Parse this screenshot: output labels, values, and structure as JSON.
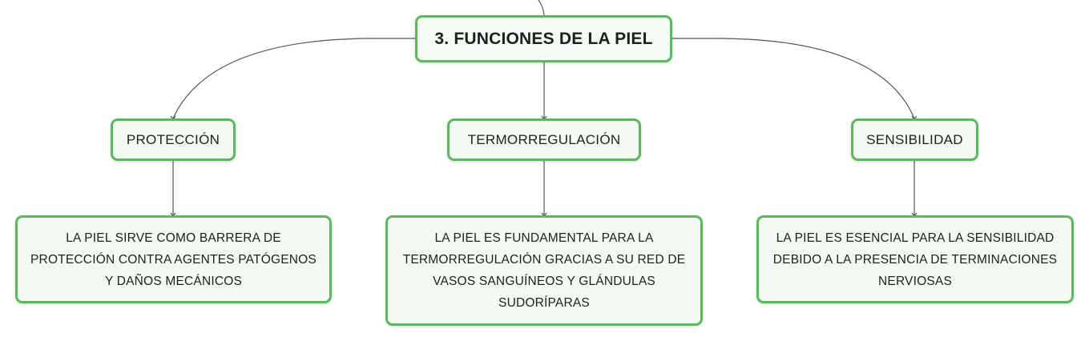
{
  "root": {
    "label": "3. FUNCIONES DE LA PIEL"
  },
  "branches": [
    {
      "label": "PROTECCIÓN",
      "description": "LA PIEL SIRVE COMO BARRERA DE PROTECCIÓN CONTRA AGENTES PATÓGENOS Y DAÑOS MECÁNICOS"
    },
    {
      "label": "TERMORREGULACIÓN",
      "description": "LA PIEL ES FUNDAMENTAL PARA LA TERMORREGULACIÓN GRACIAS A SU RED DE VASOS SANGUÍNEOS Y GLÁNDULAS SUDORÍPARAS"
    },
    {
      "label": "SENSIBILIDAD",
      "description": "LA PIEL ES ESENCIAL PARA LA SENSIBILIDAD DEBIDO A LA PRESENCIA DE TERMINACIONES NERVIOSAS"
    }
  ],
  "colors": {
    "node_border": "#5cb85c",
    "node_fill": "#f3faf3",
    "connector": "#555555"
  }
}
